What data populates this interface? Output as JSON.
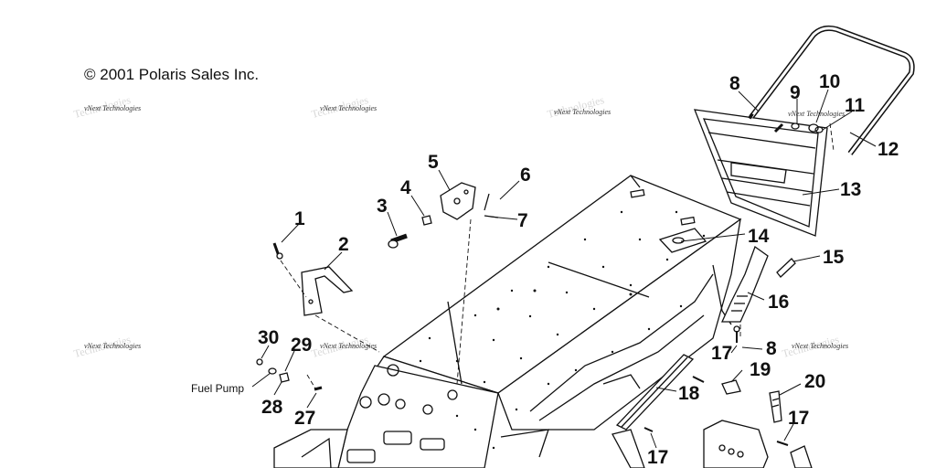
{
  "copyright": "© 2001 Polaris Sales Inc.",
  "watermark": {
    "text": "vNext Technologies",
    "ghost_text": "Technologies"
  },
  "fuel_pump_label": "Fuel Pump",
  "callouts": {
    "c1": "1",
    "c2": "2",
    "c3": "3",
    "c4": "4",
    "c5": "5",
    "c6": "6",
    "c7": "7",
    "c8a": "8",
    "c8b": "8",
    "c9": "9",
    "c10": "10",
    "c11": "11",
    "c12": "12",
    "c13": "13",
    "c14": "14",
    "c15": "15",
    "c16": "16",
    "c17a": "17",
    "c17b": "17",
    "c17c": "17",
    "c18": "18",
    "c19": "19",
    "c20": "20",
    "c27": "27",
    "c28": "28",
    "c29": "29",
    "c30": "30"
  },
  "colors": {
    "ink": "#111111",
    "watermark": "#333333",
    "background": "#ffffff"
  }
}
